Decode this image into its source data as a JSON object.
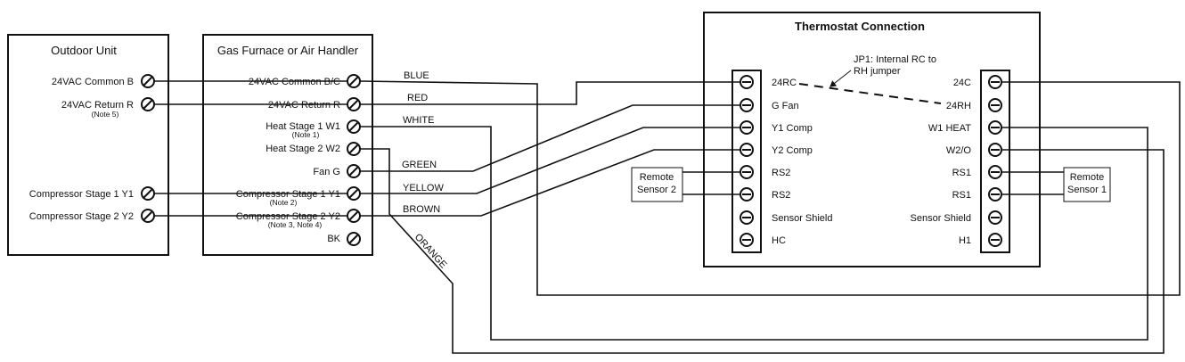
{
  "outdoor_unit": {
    "title": "Outdoor Unit",
    "terminals": [
      {
        "label": "24VAC Common  B",
        "note": ""
      },
      {
        "label": "24VAC  Return  R",
        "note": "(Note 5)"
      },
      {
        "label": "Compressor Stage 1  Y1",
        "note": ""
      },
      {
        "label": "Compressor Stage 2  Y2",
        "note": ""
      }
    ]
  },
  "furnace": {
    "title": "Gas Furnace or Air Handler",
    "terminals": [
      {
        "label": "24VAC Common  B/C",
        "note": ""
      },
      {
        "label": "24VAC  Return  R",
        "note": ""
      },
      {
        "label": "Heat Stage 1  W1",
        "note": "(Note 1)"
      },
      {
        "label": "Heat Stage 2  W2",
        "note": ""
      },
      {
        "label": "Fan  G",
        "note": ""
      },
      {
        "label": "Compressor Stage 1  Y1",
        "note": "(Note 2)"
      },
      {
        "label": "Compressor Stage 2  Y2",
        "note": "(Note 3, Note 4)"
      },
      {
        "label": "BK",
        "note": ""
      }
    ]
  },
  "wires": {
    "blue": "BLUE",
    "red": "RED",
    "white": "WHITE",
    "green": "GREEN",
    "yellow": "YELLOW",
    "brown": "BROWN",
    "orange": "ORANGE"
  },
  "thermostat": {
    "title": "Thermostat Connection",
    "jumper_note": [
      "JP1: Internal RC to",
      "RH jumper"
    ],
    "left_terminals": [
      "24RC",
      "G Fan",
      "Y1 Comp",
      "Y2 Comp",
      "RS2",
      "RS2",
      "Sensor Shield",
      "HC"
    ],
    "right_terminals": [
      "24C",
      "24RH",
      "W1 HEAT",
      "W2/O",
      "RS1",
      "RS1",
      "Sensor Shield",
      "H1"
    ]
  },
  "remote_sensor_2": [
    "Remote",
    "Sensor 2"
  ],
  "remote_sensor_1": [
    "Remote",
    "Sensor 1"
  ]
}
